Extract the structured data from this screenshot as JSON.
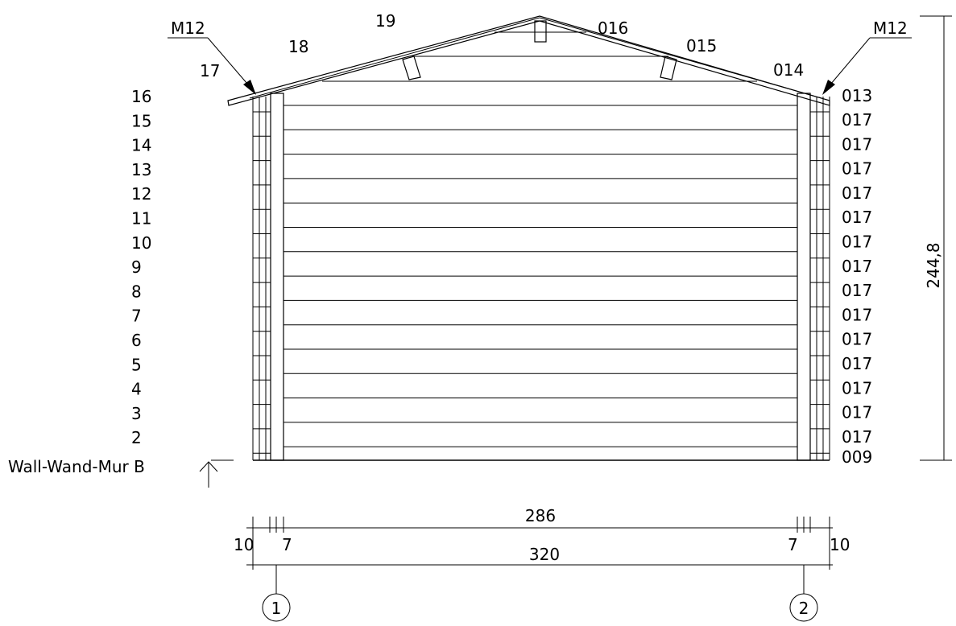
{
  "roof_labels": {
    "left_bolt": "M12",
    "right_bolt": "M12",
    "l17": "17",
    "l18": "18",
    "l19": "19",
    "r016": "016",
    "r015": "015",
    "r014": "014",
    "r013": "013"
  },
  "left_log_numbers": [
    "16",
    "15",
    "14",
    "13",
    "12",
    "11",
    "10",
    "9",
    "8",
    "7",
    "6",
    "5",
    "4",
    "3",
    "2"
  ],
  "right_log_codes": [
    "017",
    "017",
    "017",
    "017",
    "017",
    "017",
    "017",
    "017",
    "017",
    "017",
    "017",
    "017",
    "017",
    "017"
  ],
  "bottom_code": "009",
  "wall_label": "Wall-Wand-Mur B",
  "height_dimension": "244,8",
  "dimensions": {
    "inner_width": "286",
    "outer_width": "320",
    "left_overhang": "10",
    "left_post": "7",
    "right_post": "7",
    "right_overhang": "10"
  },
  "axis_markers": [
    "1",
    "2"
  ]
}
